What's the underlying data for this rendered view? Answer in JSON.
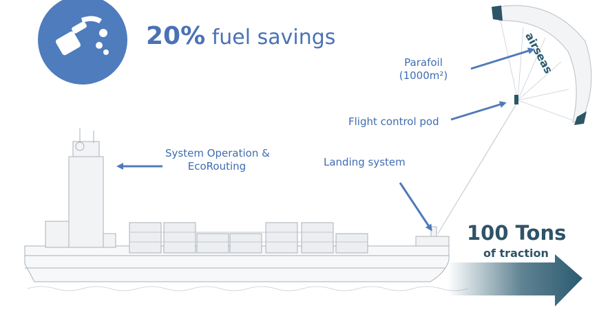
{
  "headline": {
    "value": "20%",
    "label": "fuel savings"
  },
  "labels": {
    "parafoil": "Parafoil",
    "parafoil_area": "(1000m²)",
    "flight_pod": "Flight control pod",
    "landing": "Landing system",
    "system_op_1": "System Operation &",
    "system_op_2": "EcoRouting"
  },
  "traction": {
    "value": "100 Tons",
    "label": "of traction"
  },
  "kite_logo": "airseas",
  "colors": {
    "accent": "#4a72b4",
    "arrow": "#4f7ab8",
    "dark": "#2b5a6f",
    "ship_line": "#a9b0b8"
  },
  "icons": {
    "badge": "fuel-pump-euro-icon"
  }
}
